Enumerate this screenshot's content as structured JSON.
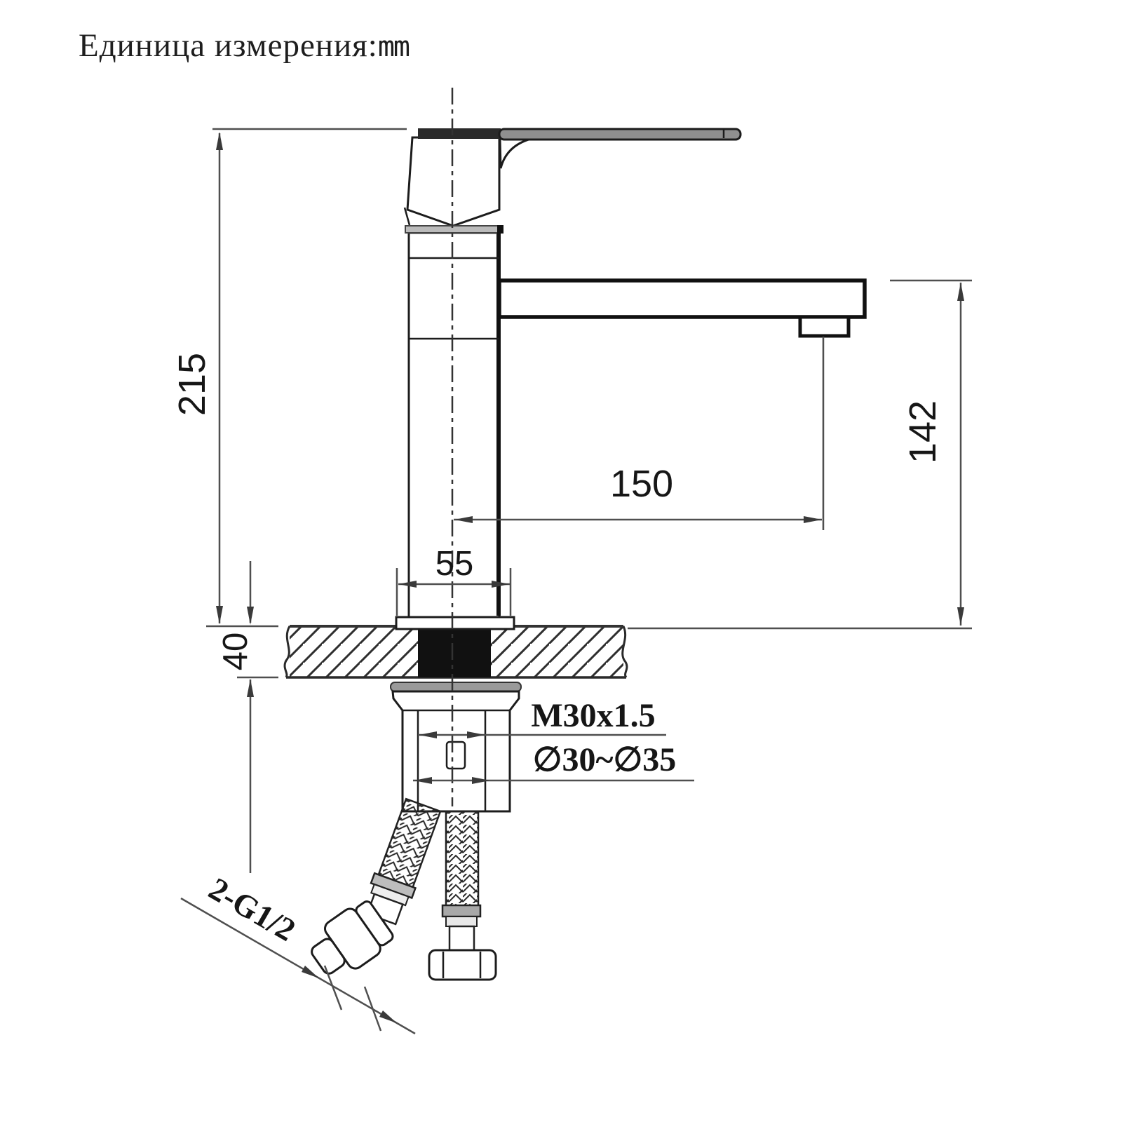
{
  "title": {
    "label": "Единица измерения:",
    "unit": "mm"
  },
  "drawing": {
    "type": "technical-dimension-drawing",
    "subject": "single-lever basin mixer faucet, side elevation with mounting section",
    "units": "mm",
    "dimensions": {
      "total_height": "215",
      "spout_outlet_height": "142",
      "spout_reach": "150",
      "base_width": "55",
      "deck_thickness": "40",
      "mounting_thread": "M30x1.5",
      "mounting_hole": "∅30~∅35",
      "hose_connections": "2-G1/2"
    },
    "colors": {
      "line": "#1c1c1c",
      "dim_line": "#4f4f4f",
      "handle_fill": "#8f8f8f",
      "shank_fill": "#111111",
      "background": "#ffffff"
    }
  }
}
